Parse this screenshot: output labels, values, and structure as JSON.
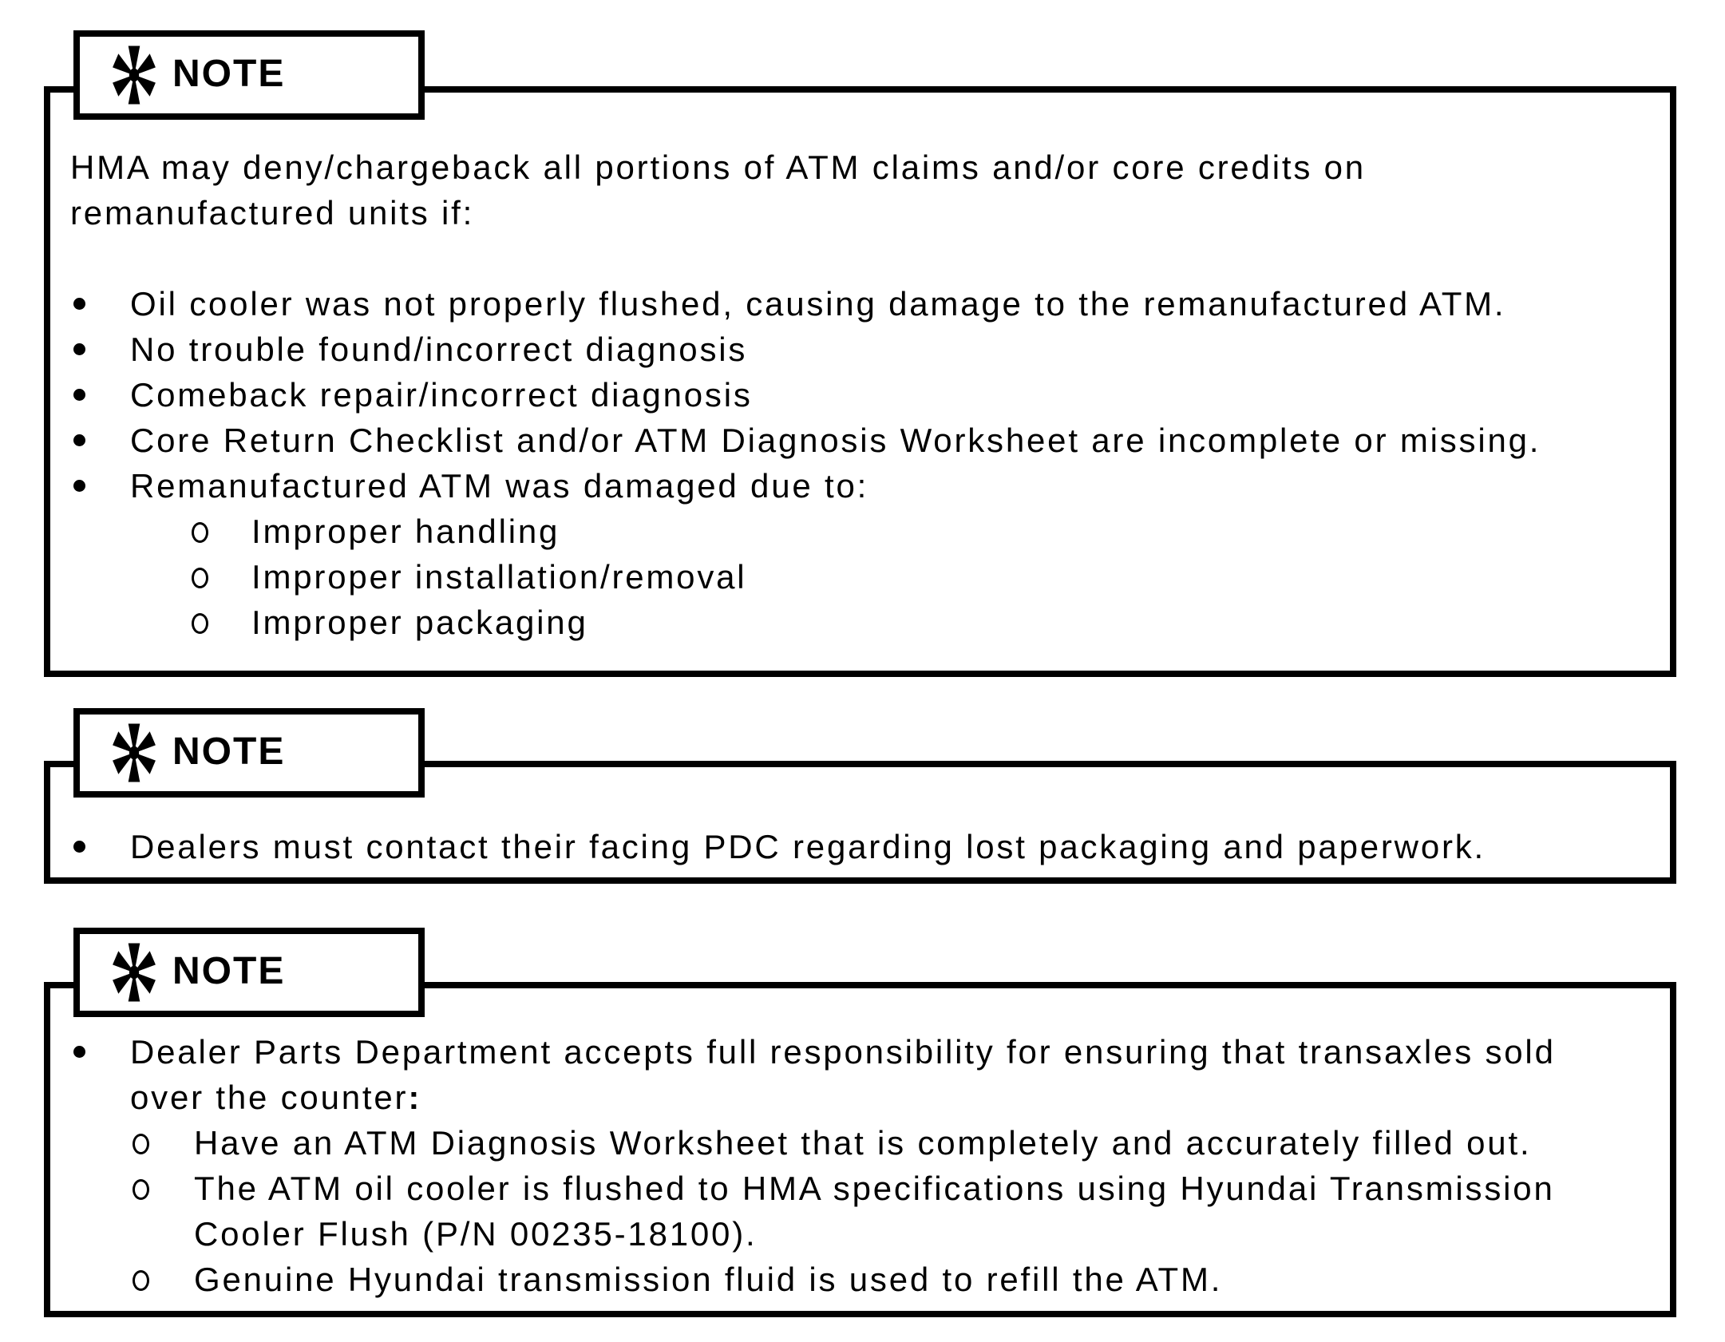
{
  "page": {
    "paper_color": "#ffffff",
    "ink_color": "#000000"
  },
  "notes": [
    {
      "tab": {
        "icon": "heavy-asterisk-icon",
        "glyph": "✱",
        "label": "NOTE"
      },
      "intro": "HMA may deny/chargeback all portions of ATM claims and/or core credits on\nremanufactured units if:",
      "bullets": [
        {
          "text": "Oil cooler was not properly flushed, causing damage to the remanufactured ATM."
        },
        {
          "text": "No trouble found/incorrect diagnosis"
        },
        {
          "text": "Comeback repair/incorrect diagnosis"
        },
        {
          "text": "Core Return Checklist and/or ATM Diagnosis Worksheet are incomplete or missing."
        },
        {
          "text": "Remanufactured ATM was damaged due to:",
          "sub": [
            "Improper handling",
            "Improper installation/removal",
            "Improper packaging"
          ]
        }
      ]
    },
    {
      "tab": {
        "icon": "heavy-asterisk-icon",
        "glyph": "✱",
        "label": "NOTE"
      },
      "bullets": [
        {
          "text": "Dealers must contact their facing PDC regarding lost packaging and paperwork."
        }
      ]
    },
    {
      "tab": {
        "icon": "heavy-asterisk-icon",
        "glyph": "✱",
        "label": "NOTE"
      },
      "bullets": [
        {
          "text": "Dealer Parts Department accepts full responsibility for ensuring that transaxles sold\nover the counter",
          "colon": ":",
          "sub": [
            "Have an ATM Diagnosis Worksheet that is completely and accurately filled out.",
            "The ATM oil cooler is flushed to HMA specifications using Hyundai Transmission\nCooler Flush (P/N 00235-18100).",
            "Genuine Hyundai transmission fluid is used to refill the ATM."
          ]
        }
      ]
    }
  ]
}
